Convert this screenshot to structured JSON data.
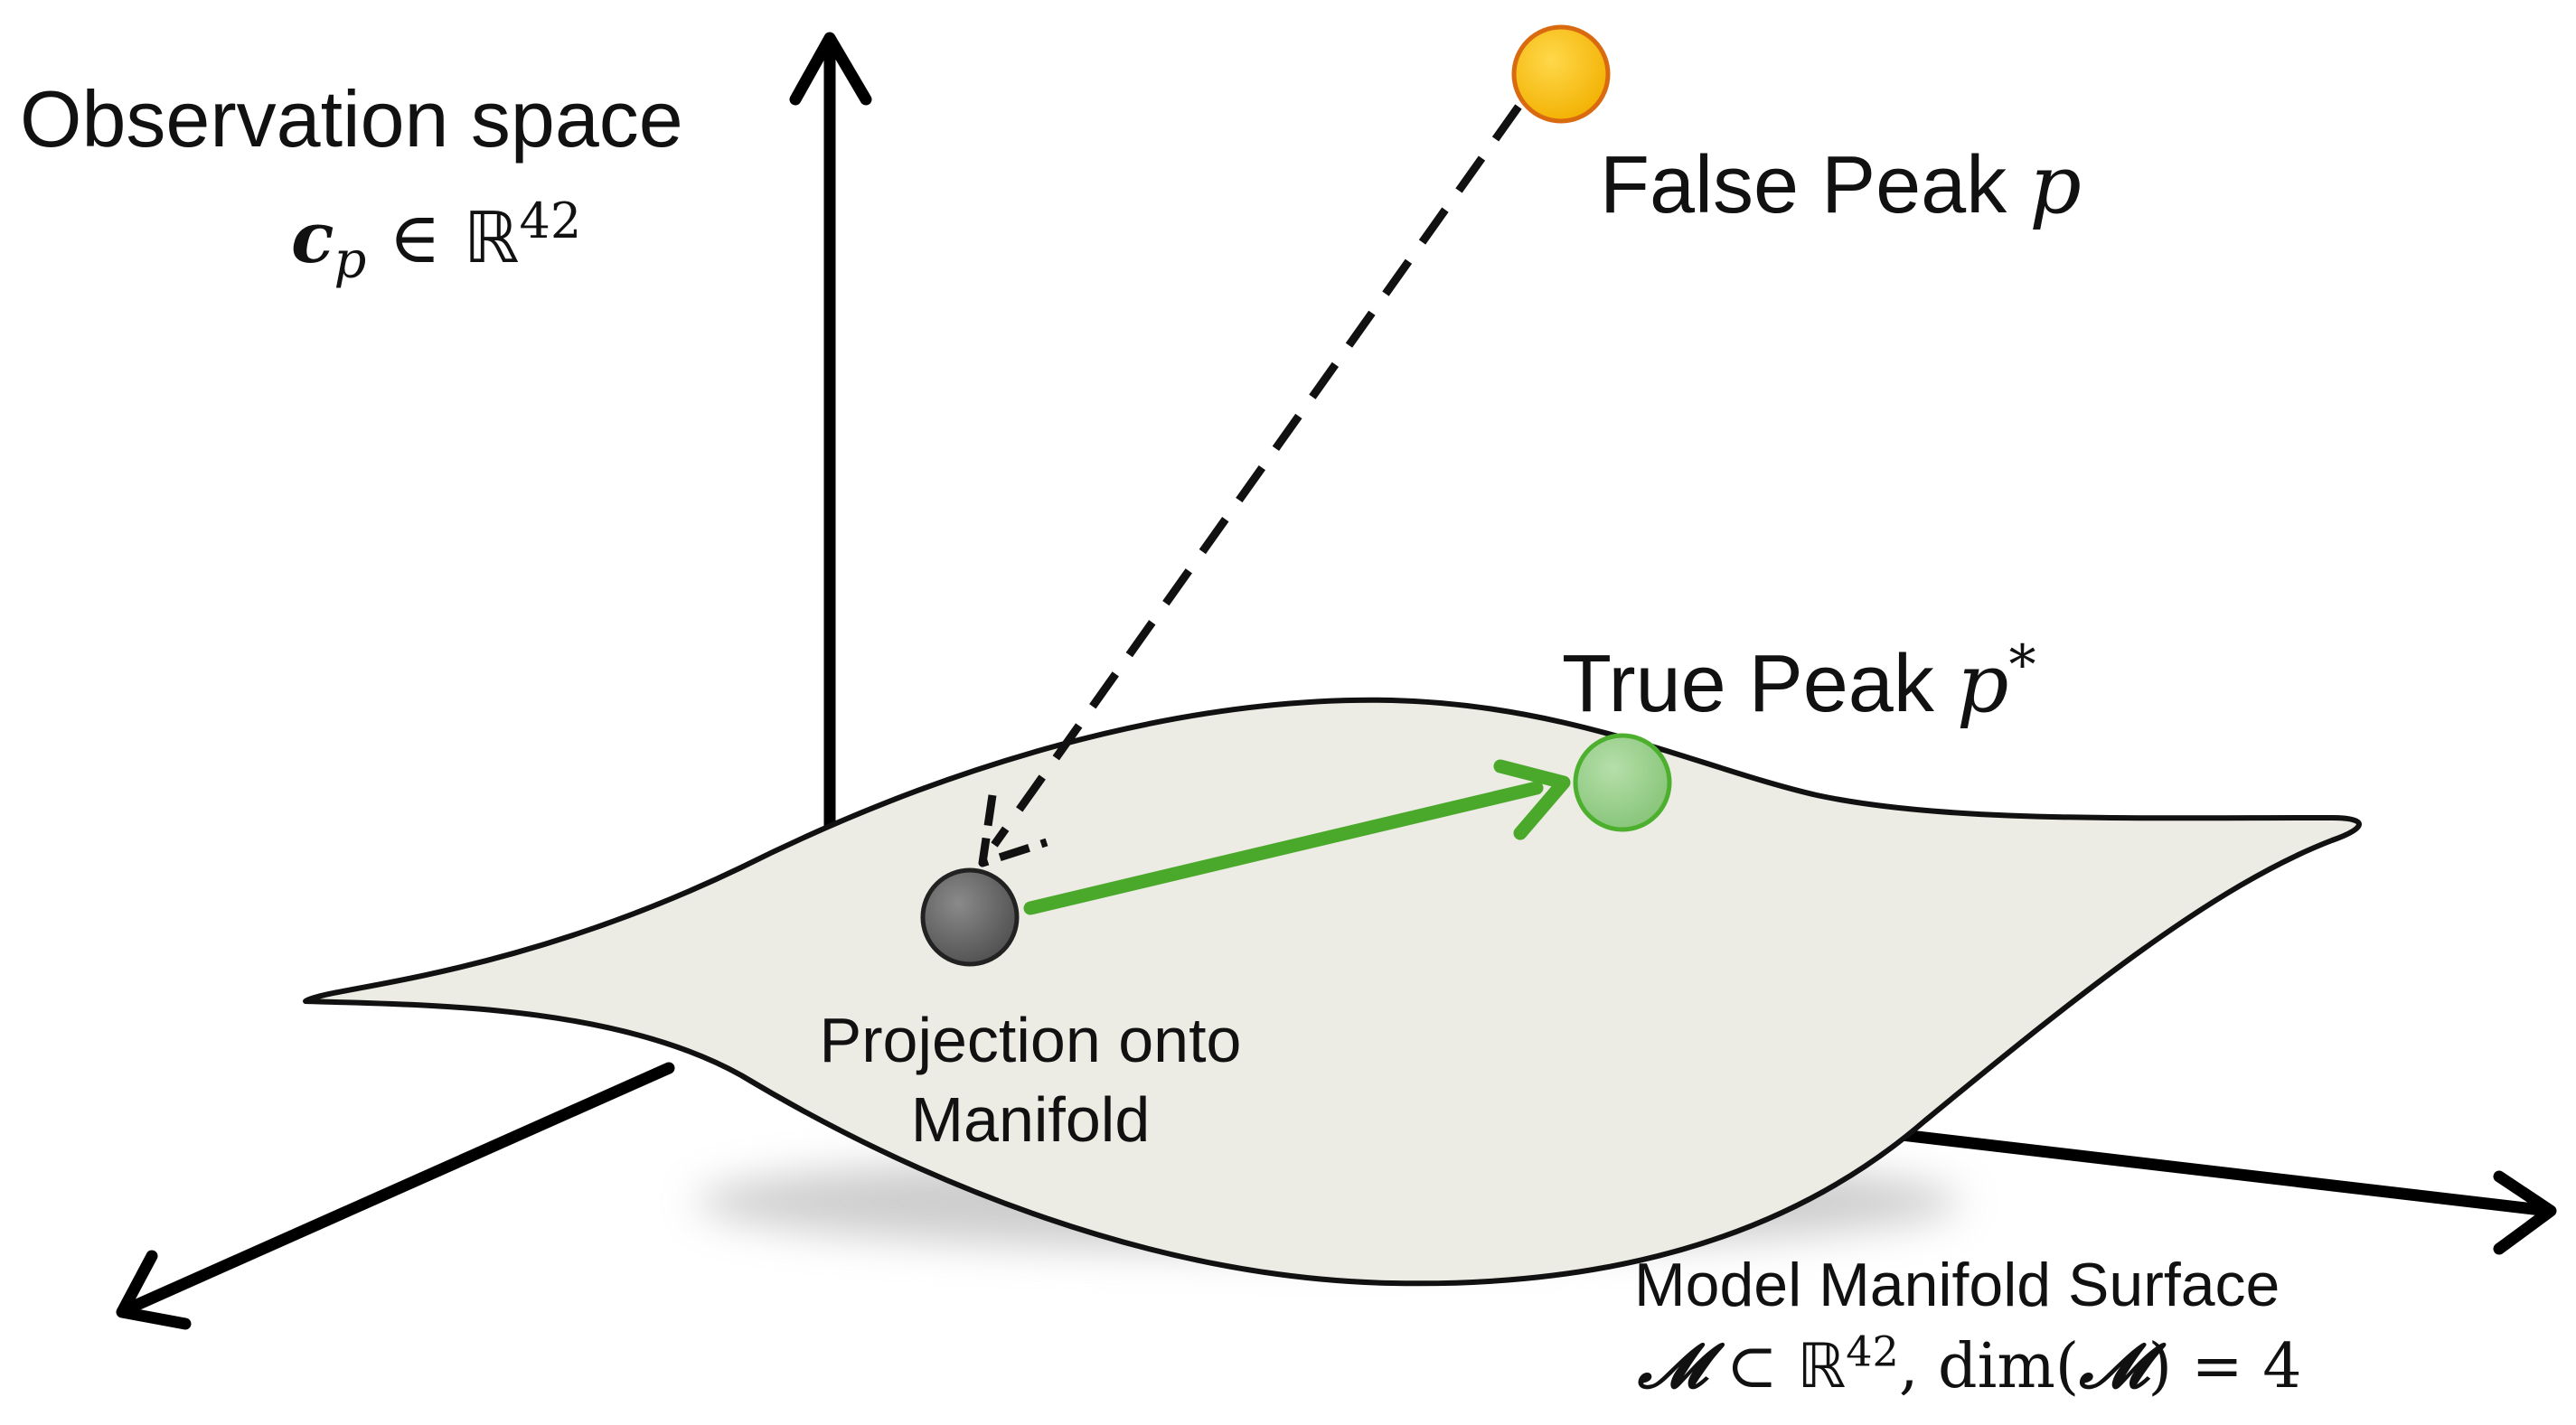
{
  "labels": {
    "observation_space": "Observation space",
    "observation_math": {
      "symbol": "c",
      "subscript": "p",
      "relation": "∈",
      "space": "ℝ",
      "exponent": "42"
    },
    "false_peak": {
      "text": "False Peak",
      "symbol": "p"
    },
    "true_peak": {
      "text": "True Peak",
      "symbol": "p",
      "superscript": "*"
    },
    "projection": {
      "line1": "Projection onto",
      "line2": "Manifold"
    },
    "manifold": {
      "title": "Model Manifold Surface",
      "symbol": "𝓜",
      "subset": "⊂",
      "space": "ℝ",
      "exponent": "42",
      "dim_text": "dim(",
      "dim_close": ")",
      "equals": "=",
      "dimension": "4"
    }
  },
  "colors": {
    "axes": "#000000",
    "manifold_fill": "#ecebe4",
    "manifold_stroke": "#111111",
    "shadow": "#bcbcbc",
    "false_peak_fill": "#f5b800",
    "false_peak_stroke": "#d96a10",
    "true_peak_fill": "#9bd08e",
    "true_peak_stroke": "#4caf2e",
    "projection_fill": "#6f6f6f",
    "projection_stroke": "#222222",
    "green_arrow": "#4aa82b",
    "dashed_arrow": "#111111"
  }
}
